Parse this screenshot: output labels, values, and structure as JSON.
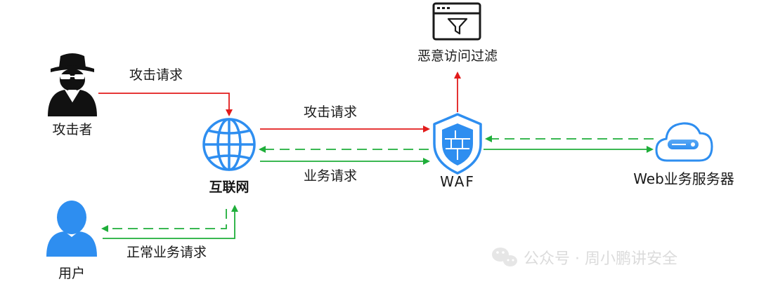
{
  "nodes": {
    "attacker": "攻击者",
    "internet": "互联网",
    "user": "用户",
    "waf": "WAF",
    "web_server": "Web业务服务器",
    "filter": "恶意访问过滤"
  },
  "edges": {
    "attack_request_left": "攻击请求",
    "attack_request_mid": "攻击请求",
    "business_request": "业务请求",
    "normal_business_request": "正常业务请求"
  },
  "watermark": {
    "text": "公众号 · 周小鹏讲安全",
    "icon": "wechat-icon"
  },
  "colors": {
    "attack": "#e21b1b",
    "normal": "#1fae3a",
    "icon_blue": "#2e8ef0",
    "dark": "#1a1a1a"
  }
}
